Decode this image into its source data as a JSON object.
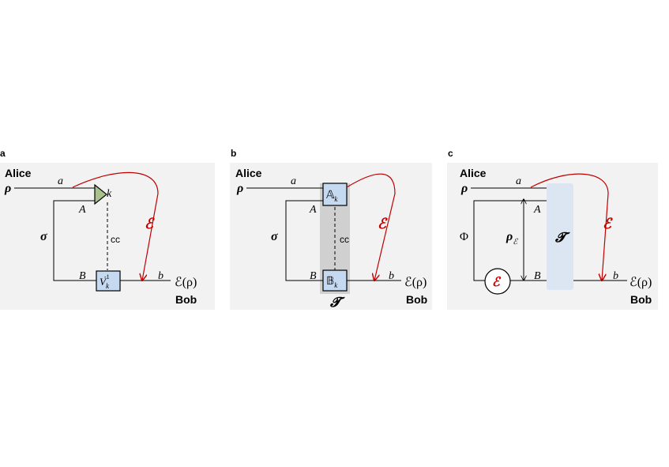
{
  "colors": {
    "panel_bg": "#f2f2f2",
    "box_fill": "#c5d9f1",
    "triangle_fill": "#a9c18c",
    "band_gray": "#d0d0d0",
    "band_blue": "#dce6f2",
    "channel_red": "#c00000"
  },
  "panel_a": {
    "tag": "a",
    "alice": "Alice",
    "bob": "Bob",
    "rho": "ρ",
    "sigma": "σ",
    "wire_a": "a",
    "wire_A": "A",
    "wire_B": "B",
    "wire_b": "b",
    "k": "k",
    "cc": "cc",
    "V_base": "V",
    "V_sub": "k",
    "V_sup": "-1",
    "channel": "ℰ",
    "output": "ℰ(ρ)"
  },
  "panel_b": {
    "tag": "b",
    "alice": "Alice",
    "bob": "Bob",
    "rho": "ρ",
    "sigma": "σ",
    "wire_a": "a",
    "wire_A": "A",
    "wire_B": "B",
    "wire_b": "b",
    "cc": "cc",
    "A_base": "𝔸",
    "A_sub": "k",
    "B_base": "𝔹",
    "B_sub": "k",
    "T": "𝓣",
    "channel": "ℰ",
    "output": "ℰ(ρ)"
  },
  "panel_c": {
    "tag": "c",
    "alice": "Alice",
    "bob": "Bob",
    "rho": "ρ",
    "Phi": "Φ",
    "wire_a": "a",
    "wire_A": "A",
    "wire_B": "B",
    "wire_b": "b",
    "rho_eps_base": "ρ",
    "rho_eps_sub": "ℰ",
    "T": "𝓣",
    "channel": "ℰ",
    "channel_node": "ℰ",
    "output": "ℰ(ρ)"
  }
}
